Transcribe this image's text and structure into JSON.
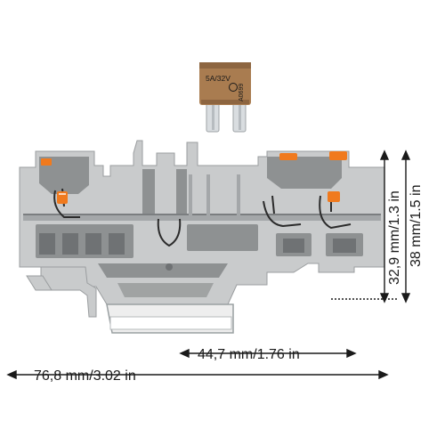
{
  "fuse": {
    "rating": "5A/32V",
    "code": "A0699",
    "body_color": "#a97c50",
    "leg_color": "#d9dde0"
  },
  "terminal_block": {
    "housing_color": "#c9cbcc",
    "shadow_color": "#8e9192",
    "lever_color": "#f07a1e",
    "rail_color": "#eeeeee"
  },
  "dimensions": {
    "height_body": "32,9 mm/1.3 in",
    "height_total": "38 mm/1.5 in",
    "width_inner": "44,7 mm/1.76 in",
    "width_total": "76,8 mm/3.02 in"
  }
}
